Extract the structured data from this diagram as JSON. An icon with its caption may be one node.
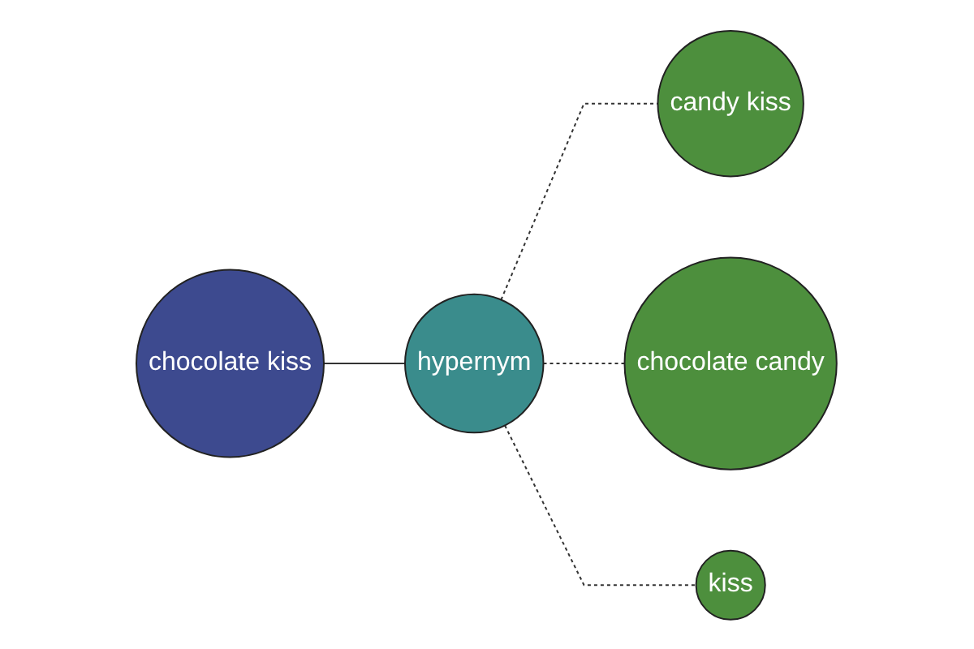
{
  "diagram": {
    "nodes": [
      {
        "text": [
          "chocolate kiss"
        ]
      },
      {
        "text": [
          "hypernym"
        ]
      },
      {
        "text": [
          "candy kiss"
        ]
      },
      {
        "text": [
          "chocolate candy"
        ]
      },
      {
        "text": [
          "kiss"
        ]
      }
    ],
    "edges": [
      {
        "from": 0,
        "to": 1,
        "arrow": "none"
      },
      {
        "from": 1,
        "to": 2,
        "arrow": "none",
        "style": "dashed"
      },
      {
        "from": 1,
        "to": 3,
        "arrow": "none",
        "style": "dashed"
      },
      {
        "from": 1,
        "to": 4,
        "arrow": "none",
        "style": "dashed"
      }
    ]
  }
}
